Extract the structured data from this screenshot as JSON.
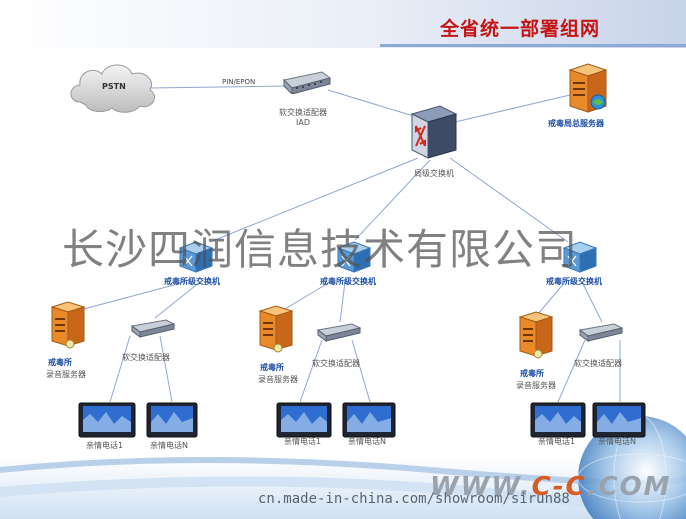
{
  "header": {
    "title": "全省统一部署组网"
  },
  "nodes": {
    "pstn": "PSTN",
    "link_pin_epon": "PIN/EPON",
    "iad_line1": "软交换适配器",
    "iad_line2": "IAD",
    "core_switch": "局级交换机",
    "main_server": "戒毒局总服务器",
    "branch_switch": "戒毒所级交换机",
    "rec_server_line1": "戒毒所",
    "rec_server_line2": "录音服务器",
    "branch_iad": "软交换适配器",
    "phone_1": "亲情电话1",
    "phone_n": "亲情电话N"
  },
  "watermark": {
    "company": "长沙四润信息技术有限公司",
    "site": "cn.made-in-china.com/showroom/sirun88",
    "logo_prefix": "WWW.",
    "logo_cc": "C-C",
    "logo_suffix": ".COM"
  }
}
